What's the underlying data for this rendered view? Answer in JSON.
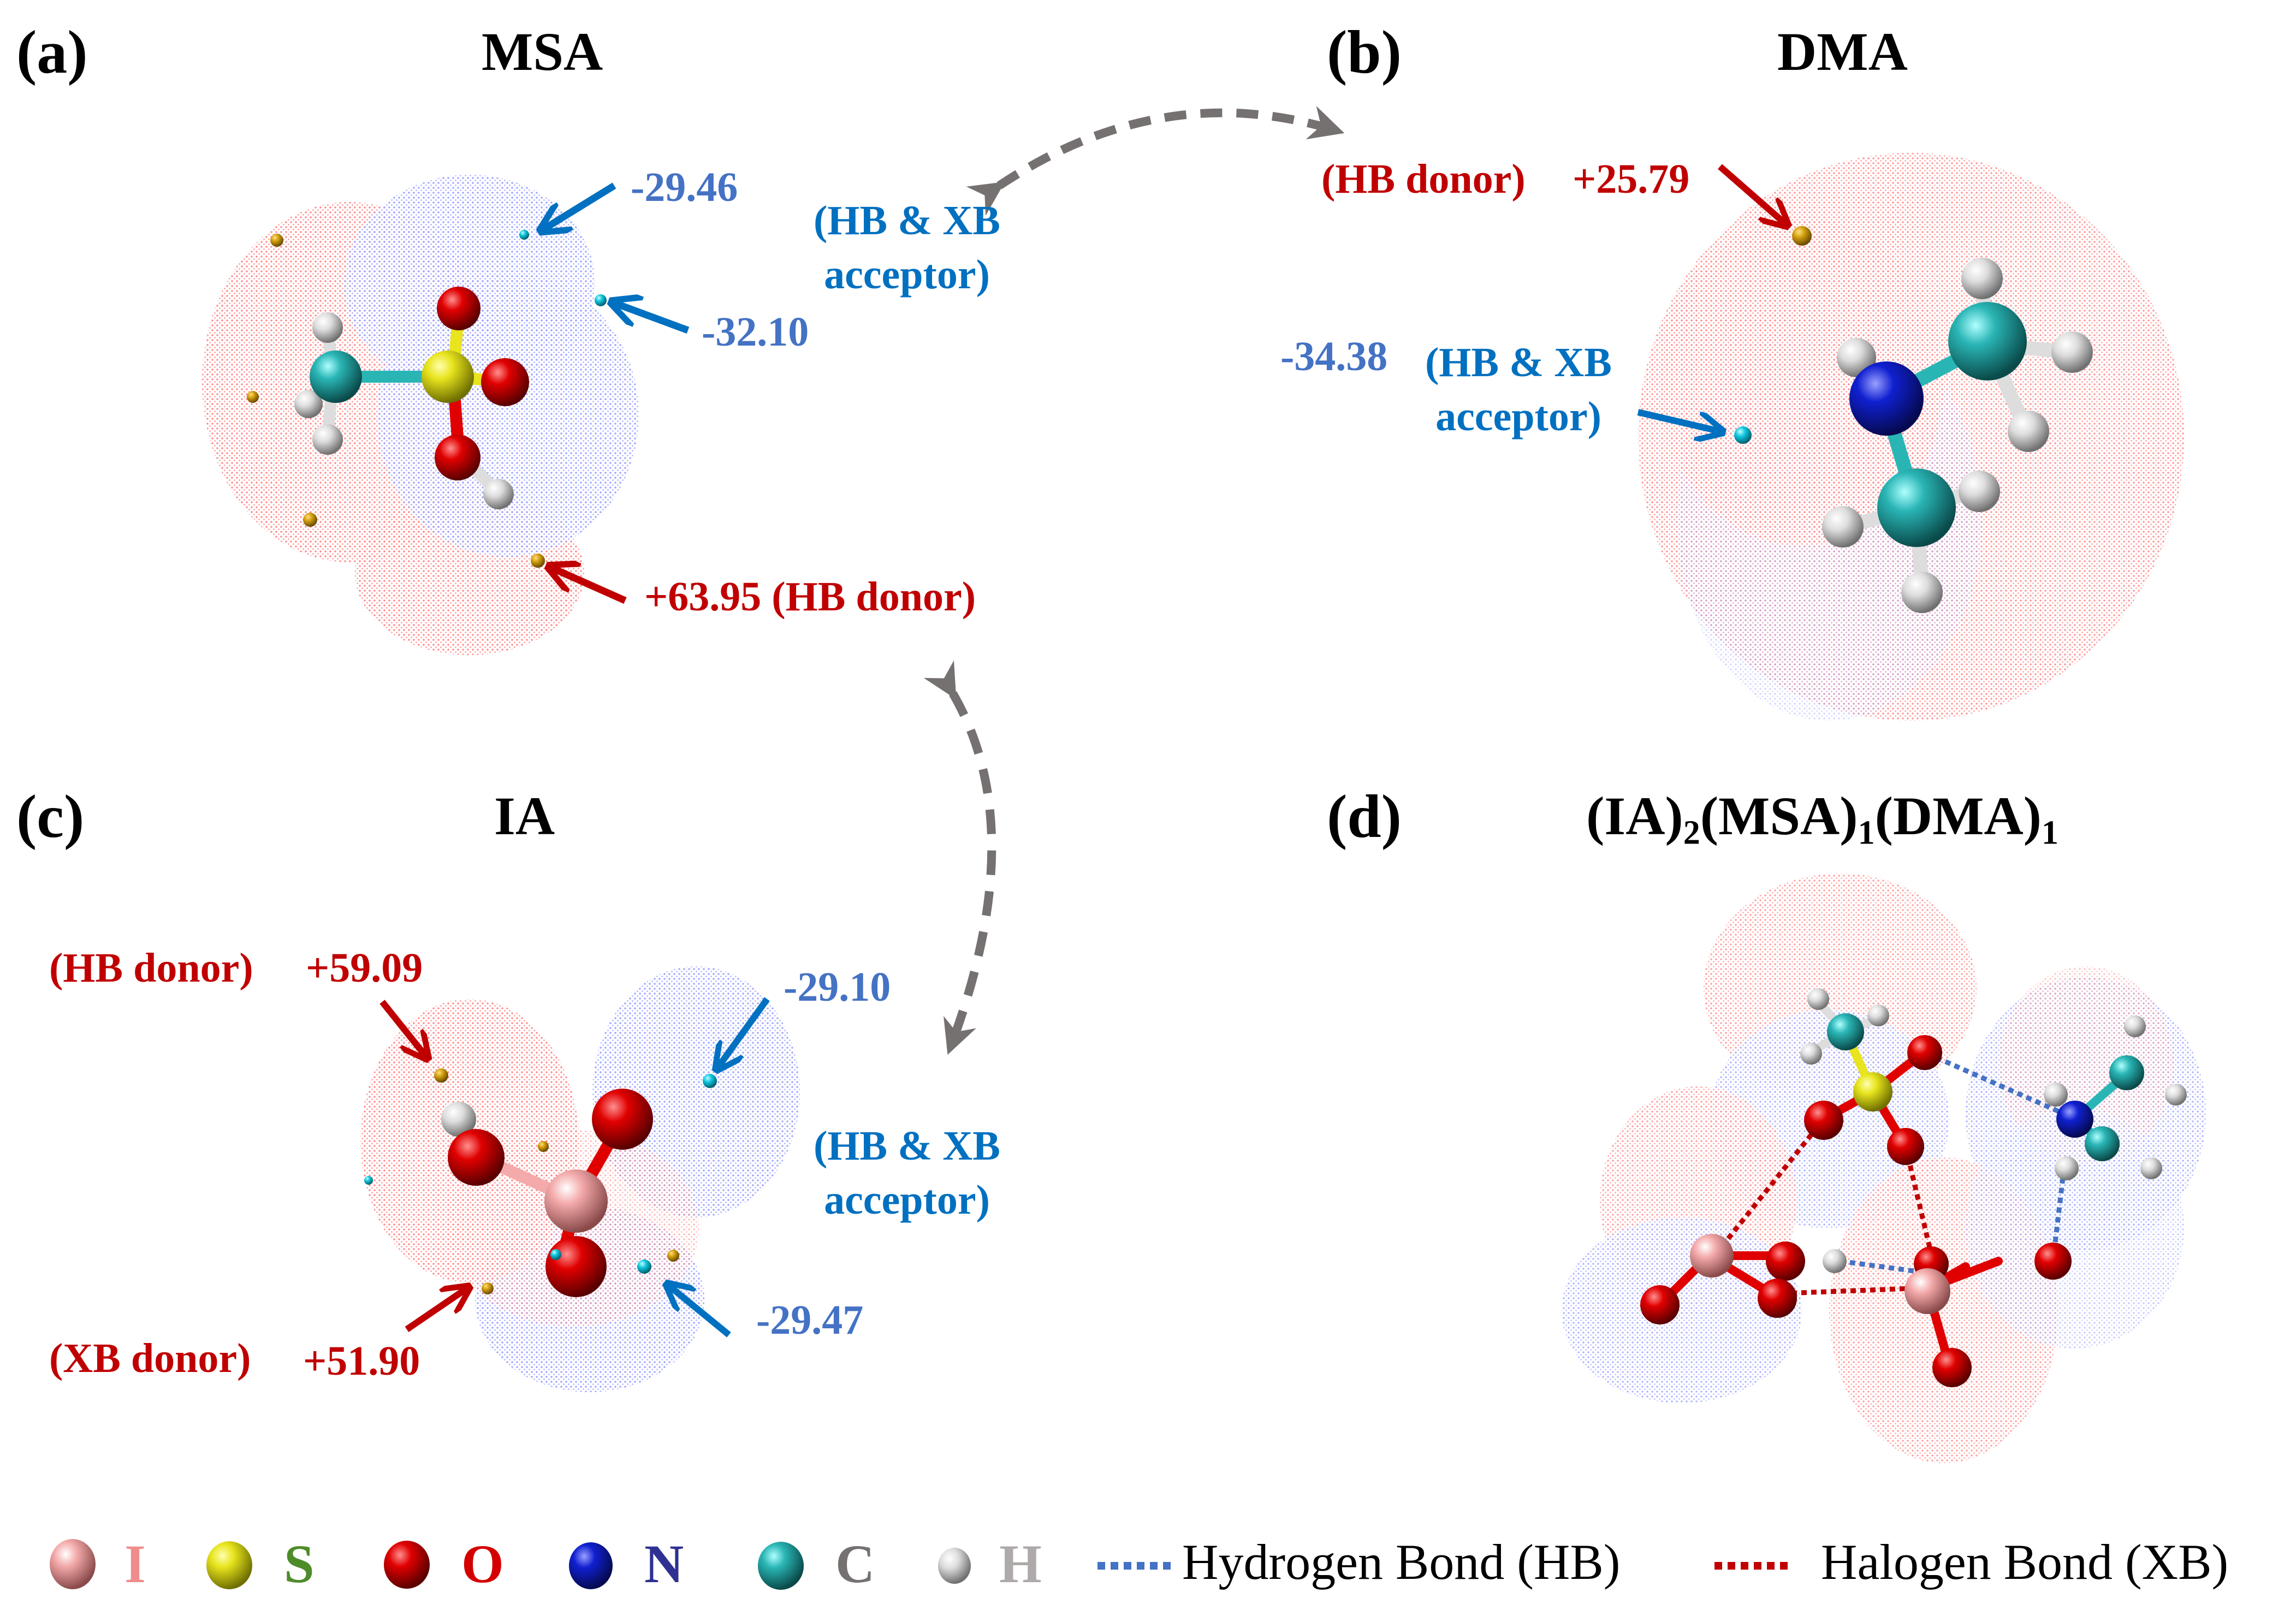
{
  "panels": {
    "a": {
      "letter": "(a)",
      "title": "MSA",
      "annotations": {
        "v1": "-29.46",
        "v2": "-32.10",
        "acceptor_line1": "(HB & XB",
        "acceptor_line2": "acceptor)",
        "donor": "+63.95 (HB donor)"
      }
    },
    "b": {
      "letter": "(b)",
      "title": "DMA",
      "annotations": {
        "donor_label": "(HB donor)",
        "donor_value": "+25.79",
        "acceptor_value": "-34.38",
        "acceptor_line1": "(HB & XB",
        "acceptor_line2": "acceptor)"
      }
    },
    "c": {
      "letter": "(c)",
      "title": "IA",
      "annotations": {
        "hb_donor_label": "(HB donor)",
        "hb_donor_value": "+59.09",
        "xb_donor_label": "(XB donor)",
        "xb_donor_value": "+51.90",
        "v1": "-29.10",
        "v2": "-29.47",
        "acceptor_line1": "(HB & XB",
        "acceptor_line2": "acceptor)"
      }
    },
    "d": {
      "letter": "(d)",
      "title_parts": {
        "p1": "(IA)",
        "s1": "2",
        "p2": "(MSA)",
        "s2": "1",
        "p3": "(DMA)",
        "s3": "1"
      }
    }
  },
  "legend": {
    "atoms": [
      {
        "symbol": "I",
        "color": "#F4A0A0",
        "text_color": "#F08C8C"
      },
      {
        "symbol": "S",
        "color": "#E6E21E",
        "text_color": "#4E8C2A"
      },
      {
        "symbol": "O",
        "color": "#E00000",
        "text_color": "#D40000"
      },
      {
        "symbol": "N",
        "color": "#2E3192",
        "text_color": "#2E3192"
      },
      {
        "symbol": "C",
        "color": "#2AB5B5",
        "text_color": "#767171"
      },
      {
        "symbol": "H",
        "color": "#DDDDDD",
        "text_color": "#AEAAAA"
      }
    ],
    "bonds": [
      {
        "label": "Hydrogen Bond (HB)",
        "color": "#4472C4"
      },
      {
        "label": "Halogen Bond (XB)",
        "color": "#C00000"
      }
    ]
  },
  "colors": {
    "positive": "#C00000",
    "negative_value": "#4472C4",
    "acceptor_text": "#0070C0",
    "arrow_gray": "#767171"
  }
}
